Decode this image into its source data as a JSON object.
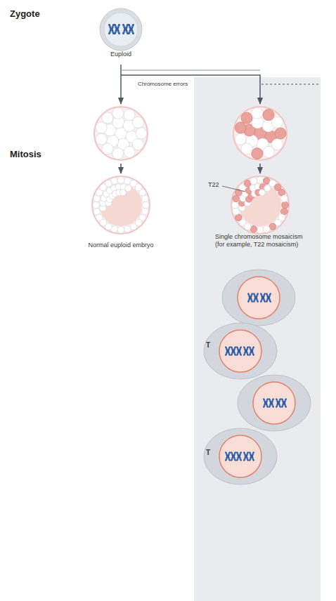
{
  "diagram": {
    "nodes": [
      {
        "text": [
          "Euploid"
        ]
      },
      {
        "text": [
          "Normal euploid embryo"
        ]
      },
      {
        "text": [
          "Single chromosome mosaicism (for example, T22 mosaicism)"
        ]
      }
    ],
    "labels": [
      "Zygote",
      "Mitosis",
      "Chromosome errors",
      "T22",
      "T",
      "T"
    ]
  }
}
